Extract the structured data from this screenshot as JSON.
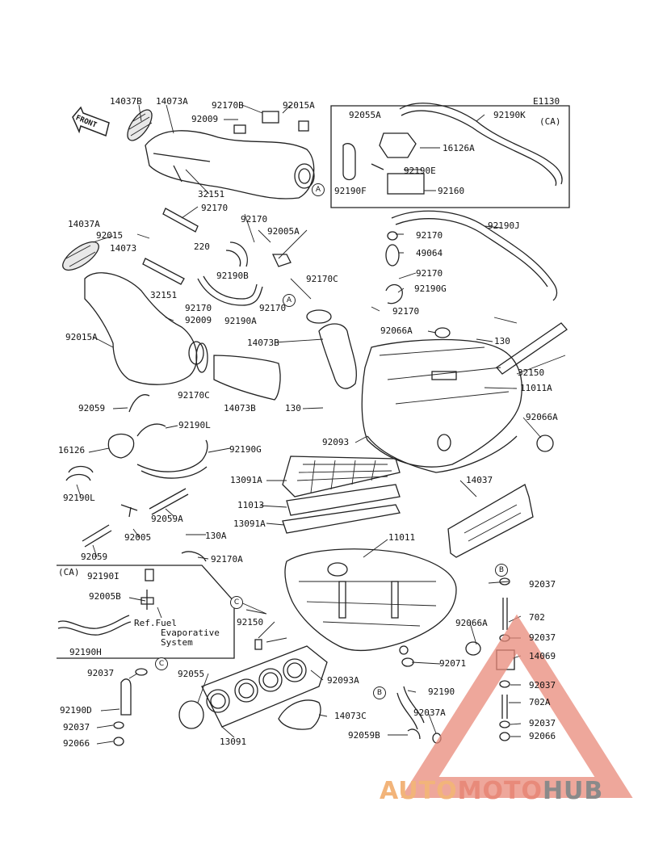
{
  "diagram_id": "E1130",
  "front_arrow": "FRONT",
  "labels": [
    "14037B",
    "14073A",
    "92170B",
    "92015A",
    "92009",
    "92055A",
    "92190K",
    "(CA)",
    "16126A",
    "92190E",
    "92190F",
    "92160",
    "32151",
    "92170",
    "14037A",
    "92015",
    "92170",
    "92005A",
    "92190J",
    "220",
    "14073",
    "92170",
    "49064",
    "92170",
    "92190B",
    "92170C",
    "92190G",
    "32151",
    "92170",
    "92170",
    "92170",
    "92009",
    "92190A",
    "92015A",
    "92066A",
    "130",
    "14073B",
    "11011A",
    "92170C",
    "14073B",
    "32150",
    "92059",
    "130",
    "92066A",
    "92190L",
    "92093",
    "16126",
    "92190G",
    "13091A",
    "14037",
    "92190L",
    "11013",
    "92059A",
    "13091A",
    "130A",
    "92005",
    "11011",
    "92059",
    "92170A",
    "(CA)",
    "92190I",
    "92005B",
    "702",
    "92037",
    "92190H",
    "92066A",
    "92037",
    "92150",
    "14069",
    "92071",
    "92037",
    "92055",
    "92093A",
    "92037",
    "92190",
    "702A",
    "92190D",
    "92037A",
    "14073C",
    "92037",
    "92037",
    "92059B",
    "92066",
    "92066",
    "13091"
  ],
  "callouts": [
    "A",
    "A",
    "B",
    "B",
    "C",
    "C"
  ],
  "annotation": [
    "Ref.Fuel",
    "Evaporative",
    "System"
  ],
  "watermark": {
    "part1": "AUTO",
    "part2": "MOTO",
    "part3": "HUB",
    "color1": "#f2b47a",
    "color2": "#e88a7a",
    "color3": "#8a8a8a"
  }
}
